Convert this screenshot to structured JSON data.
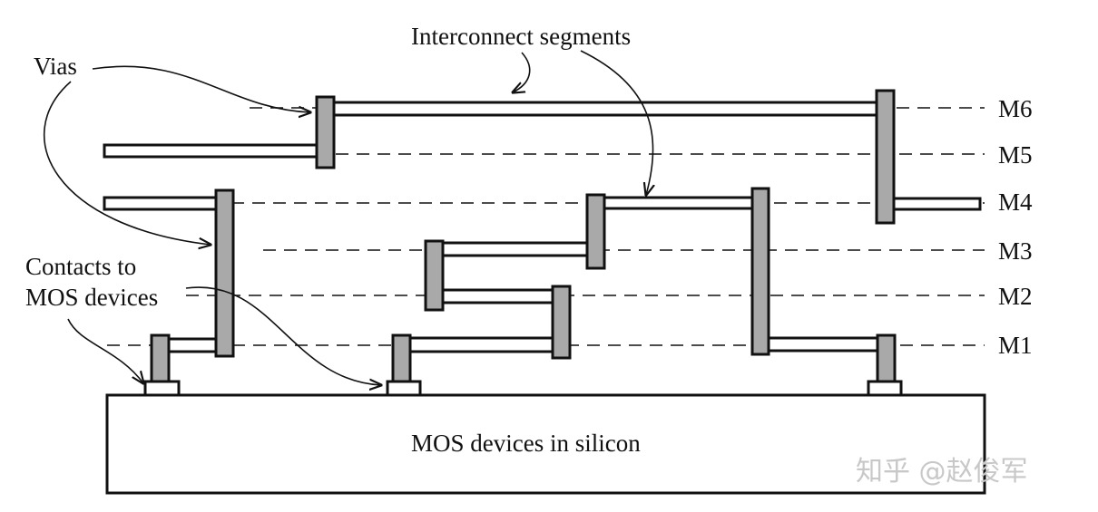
{
  "labels": {
    "interconnect": "Interconnect segments",
    "vias": "Vias",
    "contacts_line1": "Contacts to",
    "contacts_line2": "MOS devices",
    "silicon": "MOS devices in silicon"
  },
  "layers": [
    "M6",
    "M5",
    "M4",
    "M3",
    "M2",
    "M1"
  ],
  "watermark": "知乎 @赵俊军"
}
